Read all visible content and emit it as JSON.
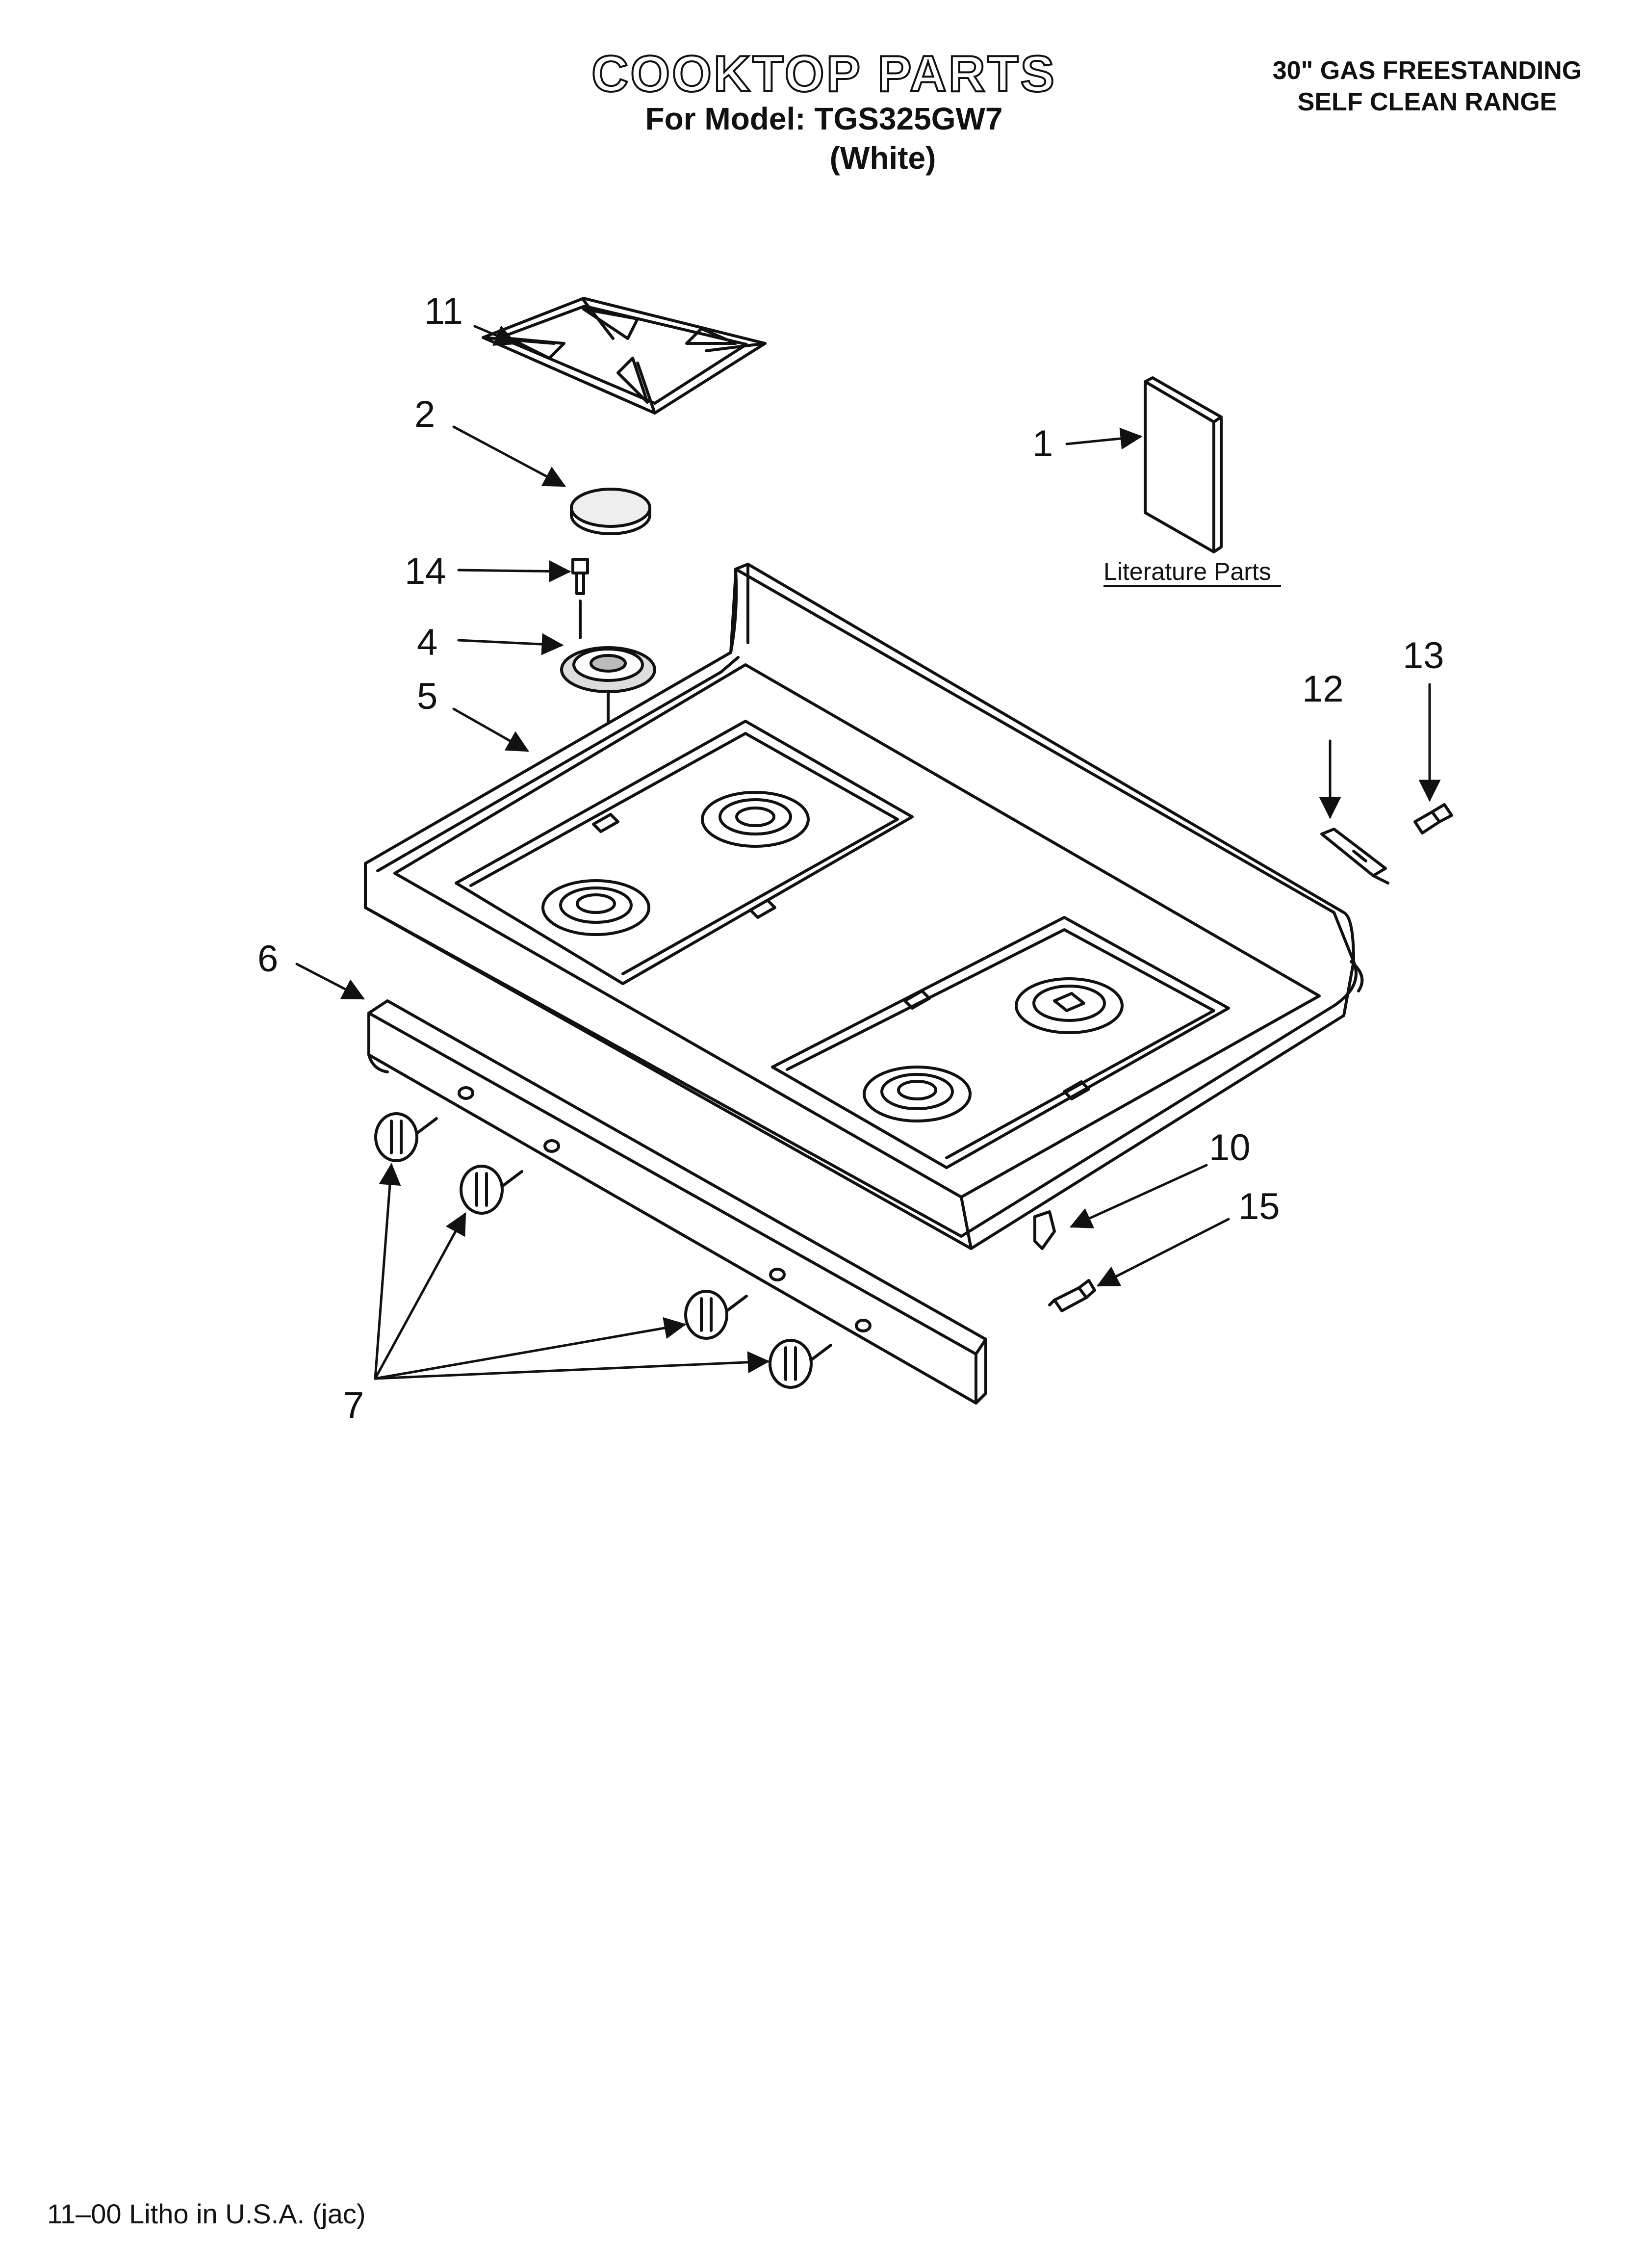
{
  "header": {
    "title": "COOKTOP PARTS",
    "model": "For Model: TGS325GW7",
    "finish": "(White)",
    "range_line1": "30\" GAS FREESTANDING",
    "range_line2": "SELF CLEAN RANGE"
  },
  "callouts": {
    "c1": "1",
    "c2": "2",
    "c4": "4",
    "c5": "5",
    "c6": "6",
    "c7": "7",
    "c10": "10",
    "c11": "11",
    "c12": "12",
    "c13": "13",
    "c14": "14",
    "c15": "15"
  },
  "literature_label": "Literature Parts",
  "footer": "11–00 Litho in U.S.A. (jac)"
}
